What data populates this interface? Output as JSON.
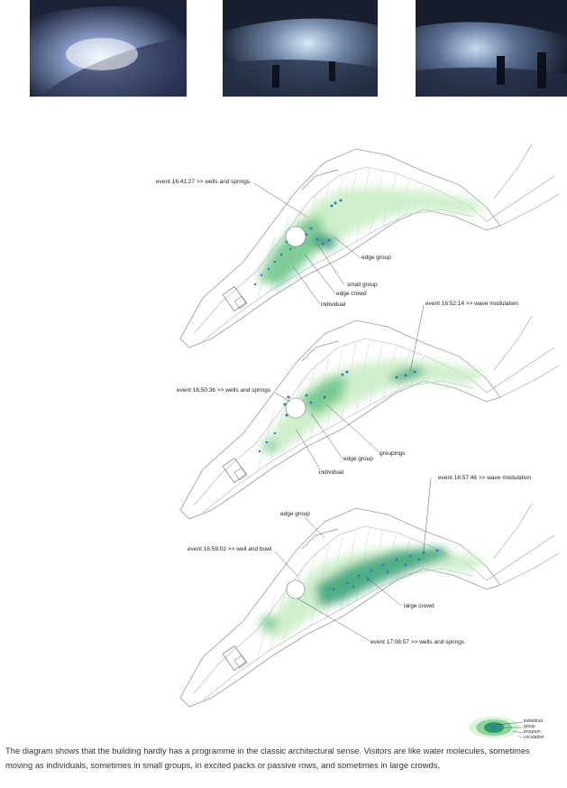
{
  "photos": [
    {
      "name": "corridor-photo-1"
    },
    {
      "name": "corridor-photo-2"
    },
    {
      "name": "corridor-photo-3"
    }
  ],
  "panels": [
    {
      "labels": {
        "event": "event 16:41:27 >> wells and springs",
        "edge_group": "edge group",
        "small_group": "small group",
        "edge_crowd": "edge crowd",
        "individual": "individual"
      }
    },
    {
      "labels": {
        "event_right": "event 16:52:14 >> wave modulation",
        "event_left": "event 16:50:36 >> wells and springs",
        "groupings": "groupings",
        "edge_group": "edge group",
        "individual": "individual"
      }
    },
    {
      "labels": {
        "event_right": "event 16:57:46 >> wave modulation",
        "edge_group": "edge group",
        "event_left": "event 16:59:02 >> well and bowl",
        "large_crowd": "large crowd",
        "event_bottom": "event 17:06:57 >> wells and springs"
      }
    }
  ],
  "legend": {
    "items": [
      "individual",
      "group",
      "program",
      "circulation"
    ],
    "colors": {
      "individual": "#2b7fc0",
      "group": "#2e9a6a",
      "program": "#8fd4a0",
      "circulation": "#dff3dc"
    }
  },
  "caption": "The diagram shows that the building hardly has a programme in the classic architectural sense. Visitors are like water molecules, sometimes moving as individuals, sometimes in small groups, in excited packs or passive rows, and sometimes in large crowds."
}
